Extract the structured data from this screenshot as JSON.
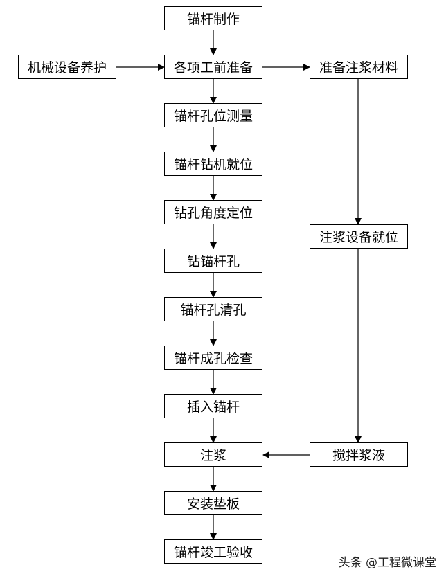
{
  "flow": {
    "main": [
      "锚杆制作",
      "各项工前准备",
      "锚杆孔位测量",
      "锚杆钻机就位",
      "钻孔角度定位",
      "钻锚杆孔",
      "锚杆孔清孔",
      "锚杆成孔检查",
      "插入锚杆",
      "注浆",
      "安装垫板",
      "锚杆竣工验收"
    ],
    "left": "机械设备养护",
    "right": [
      "准备注浆材料",
      "注浆设备就位",
      "搅拌浆液"
    ]
  },
  "watermark": "头条 @工程微课堂"
}
